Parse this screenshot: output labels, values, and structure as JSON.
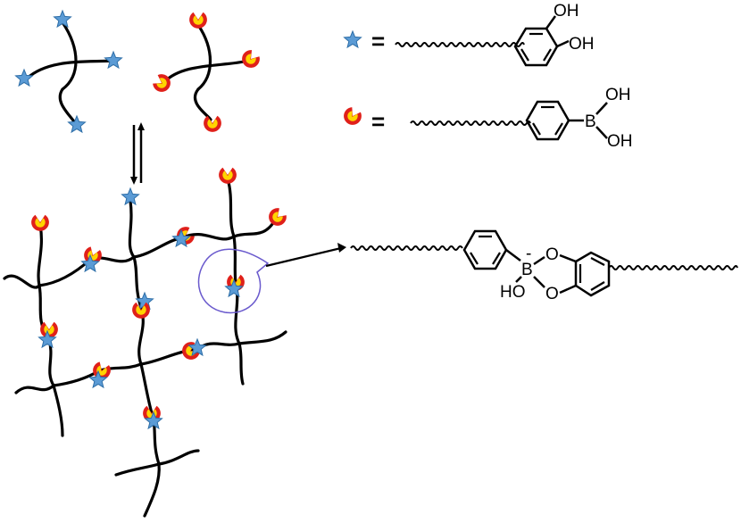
{
  "legend": {
    "equals": "=",
    "catechol": {
      "marker": "star-icon",
      "oh_top": "OH",
      "oh_side": "OH"
    },
    "boronic_acid": {
      "marker": "pacman-icon",
      "boron": "B",
      "oh_top": "OH",
      "oh_bottom": "OH"
    }
  },
  "ester": {
    "boron": "B",
    "charge": "-",
    "hydroxyl": "HO",
    "oxygen_top": "O",
    "oxygen_bottom": "O"
  },
  "colors": {
    "star": "#5b9bd5",
    "star_stroke": "#2f6fa8",
    "pac_fill": "#ffd400",
    "pac_ring": "#e0201a",
    "loop": "#6a5acd"
  }
}
